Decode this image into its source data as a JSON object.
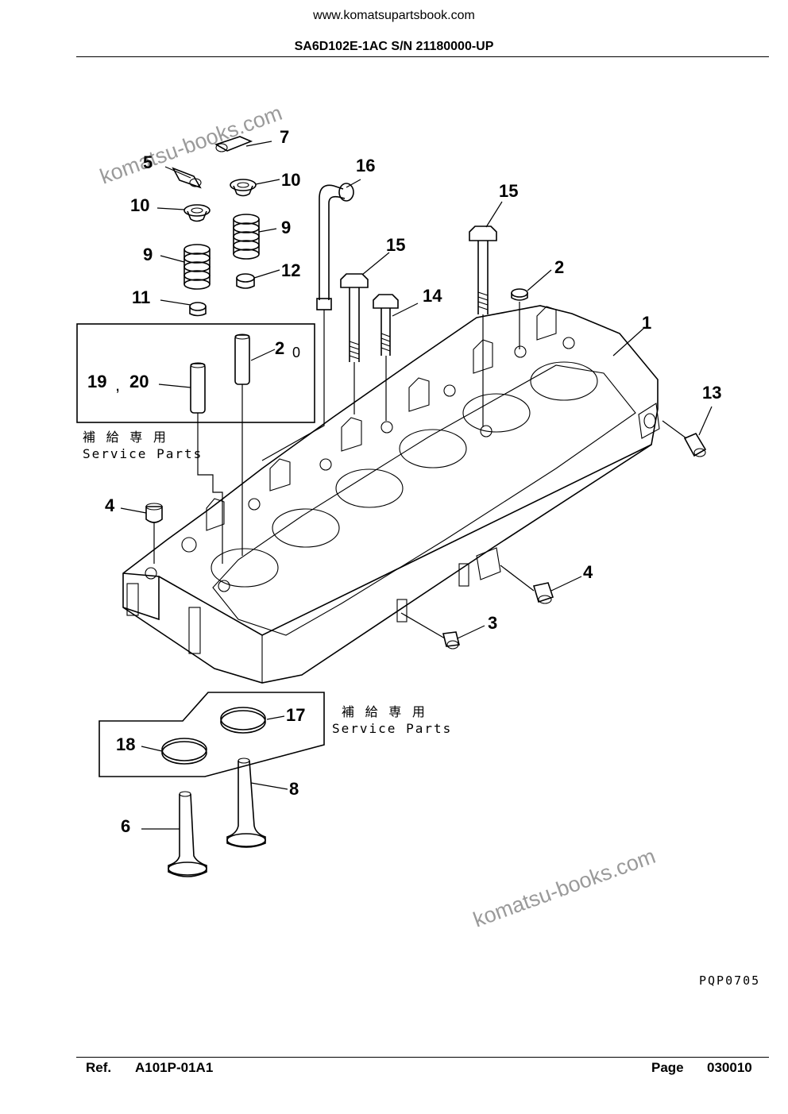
{
  "header": {
    "url": "www.komatsupartsbook.com",
    "title": "SA6D102E-1AC S/N 21180000-UP"
  },
  "watermark": "komatsu-books.com",
  "service_note": {
    "jp": "補 給 専 用",
    "en": "Service Parts"
  },
  "callouts": {
    "c1": "1",
    "c2a": "2",
    "c2b": "2",
    "c2b_suffix": "0",
    "c3": "3",
    "c4a": "4",
    "c4b": "4",
    "c5": "5",
    "c6": "6",
    "c7": "7",
    "c8": "8",
    "c9a": "9",
    "c9b": "9",
    "c10a": "10",
    "c10b": "10",
    "c11": "11",
    "c12": "12",
    "c13": "13",
    "c14": "14",
    "c15a": "15",
    "c15b": "15",
    "c16": "16",
    "c17": "17",
    "c18": "18",
    "c19": "19",
    "c19_sep": ",",
    "c20": "20"
  },
  "drawing_code": "PQP0705",
  "footer": {
    "ref_label": "Ref.",
    "ref_value": "A101P-01A1",
    "page_label": "Page",
    "page_value": "030010"
  }
}
